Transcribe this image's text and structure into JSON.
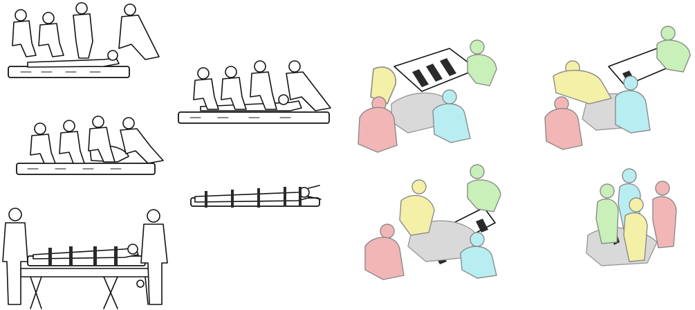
{
  "image": {
    "description_tags": [
      "spine-board-logroll-procedure",
      "line-drawings",
      "colored-silhouette-diagrams"
    ],
    "colors": {
      "ink": "#111111",
      "silhouette_gray": "#d9d9d9",
      "rescuer_red": "#f2b6b6",
      "rescuer_cyan": "#b8eef2",
      "rescuer_green": "#c8f0b8",
      "rescuer_yellow": "#f4f0a8"
    }
  }
}
